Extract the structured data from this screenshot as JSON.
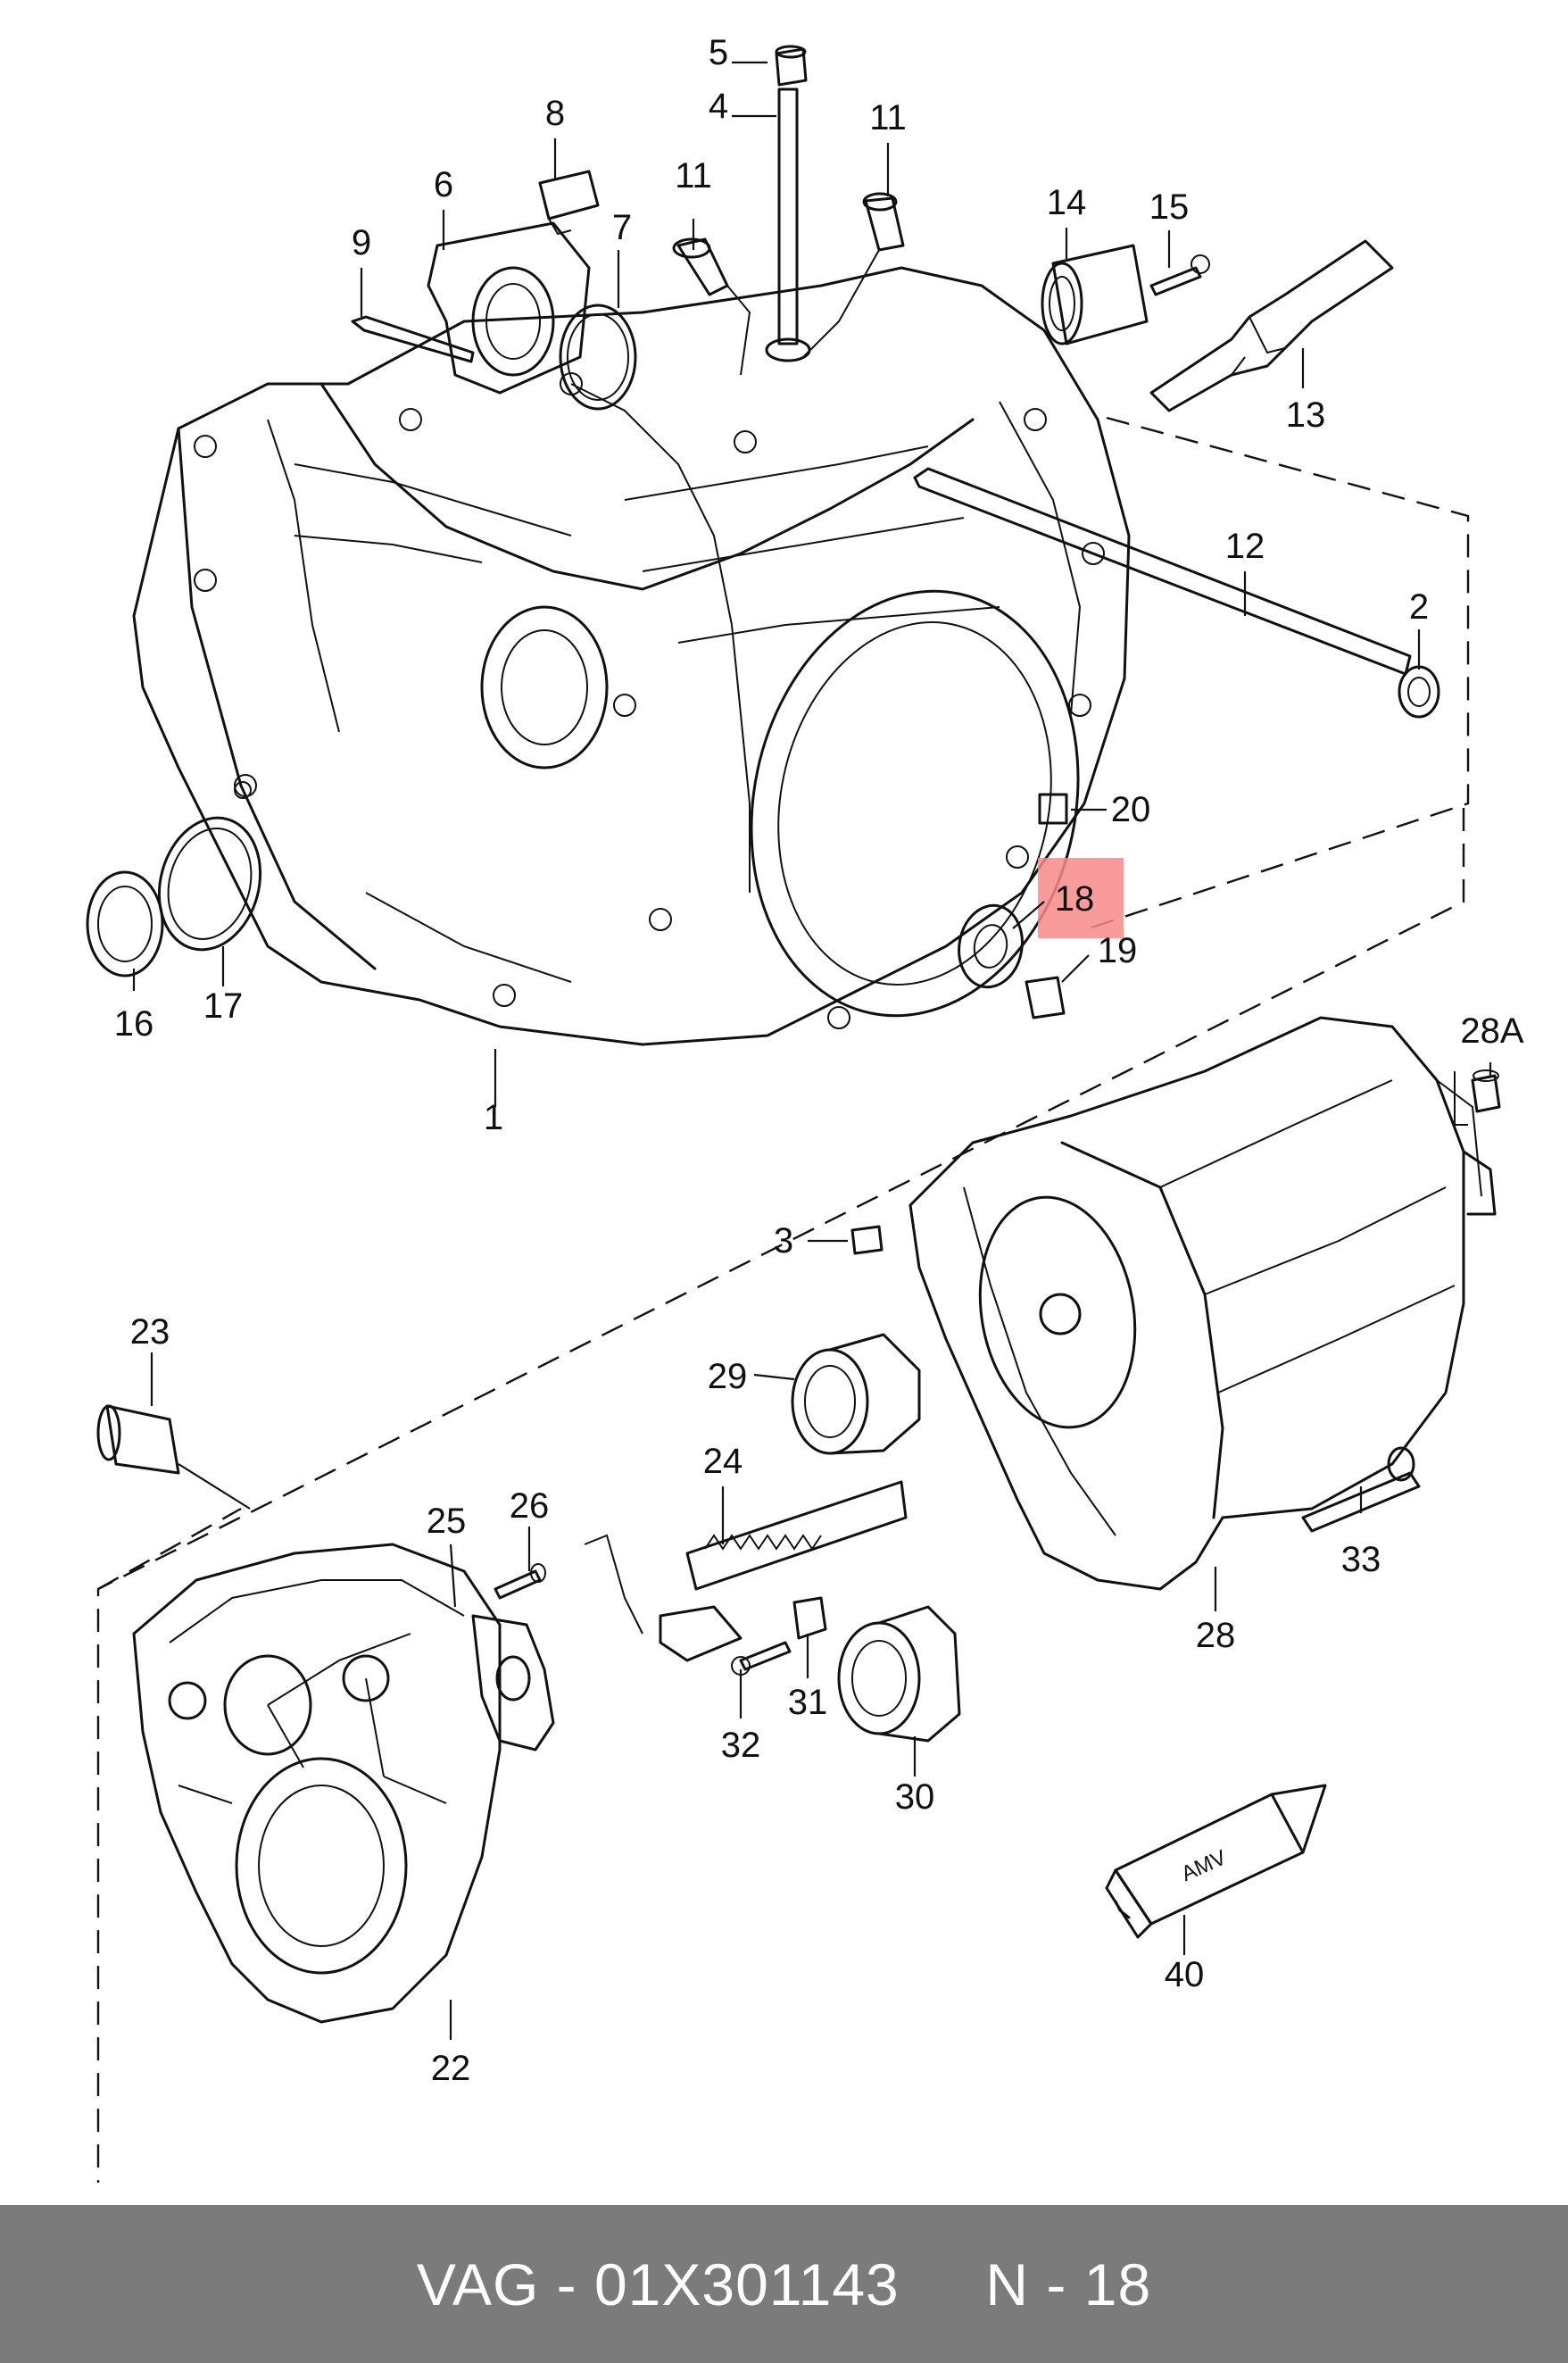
{
  "callouts": [
    {
      "num": "5"
    },
    {
      "num": "4"
    },
    {
      "num": "8"
    },
    {
      "num": "11"
    },
    {
      "num": "6"
    },
    {
      "num": "7"
    },
    {
      "num": "9"
    },
    {
      "num": "11"
    },
    {
      "num": "14"
    },
    {
      "num": "15"
    },
    {
      "num": "13"
    },
    {
      "num": "12"
    },
    {
      "num": "2"
    },
    {
      "num": "20"
    },
    {
      "num": "18"
    },
    {
      "num": "19"
    },
    {
      "num": "16"
    },
    {
      "num": "17"
    },
    {
      "num": "1"
    },
    {
      "num": "28A"
    },
    {
      "num": "3"
    },
    {
      "num": "23"
    },
    {
      "num": "29"
    },
    {
      "num": "24"
    },
    {
      "num": "26"
    },
    {
      "num": "25"
    },
    {
      "num": "33"
    },
    {
      "num": "28"
    },
    {
      "num": "32"
    },
    {
      "num": "31"
    },
    {
      "num": "30"
    },
    {
      "num": "40"
    },
    {
      "num": "22"
    }
  ],
  "highlight": {
    "callout": "18",
    "color": "#f98a8a"
  },
  "tube_label": "AMV",
  "footer": {
    "text": "VAG - 01X301143     N - 18",
    "background": "#7b7b7b",
    "color": "#ffffff"
  }
}
